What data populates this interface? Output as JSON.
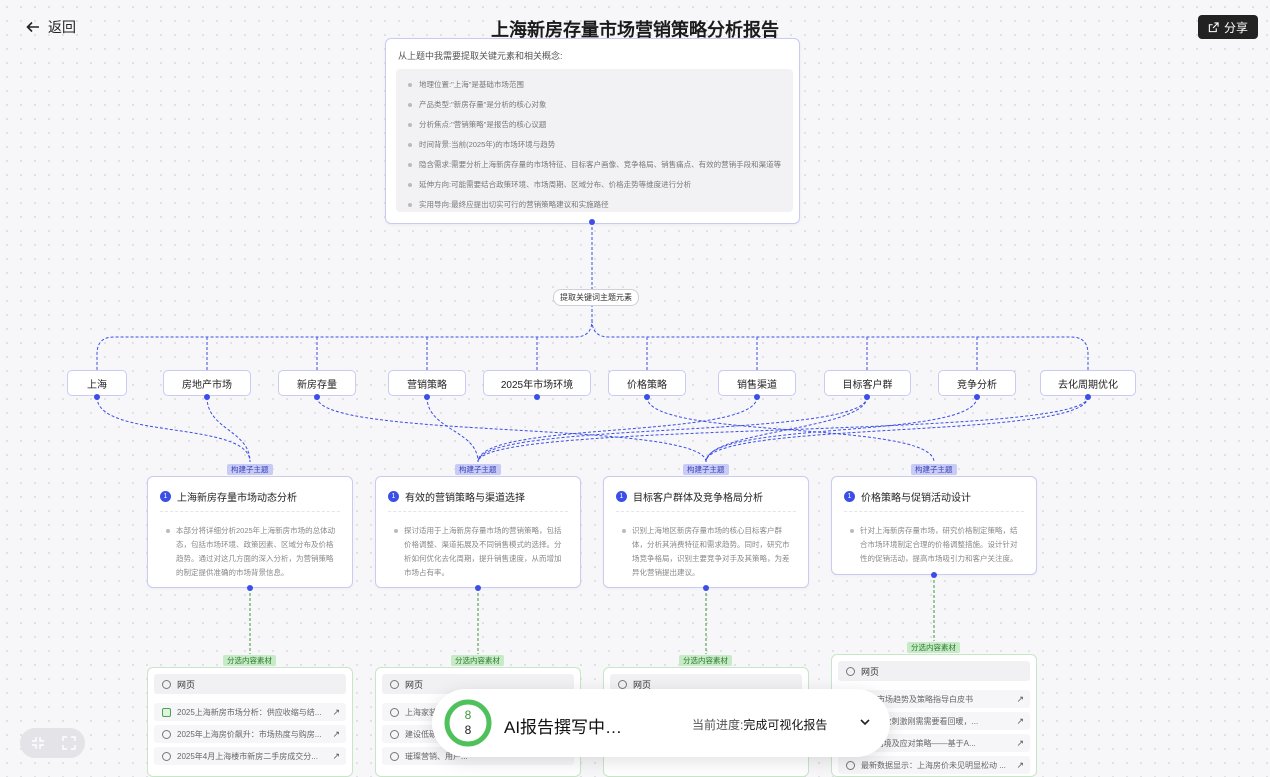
{
  "header": {
    "back_label": "返回",
    "title": "上海新房存量市场营销策略分析报告",
    "share_label": "分享"
  },
  "top_card": {
    "cut_text": "从上题中我需要提取关键元素和相关概念:",
    "items": [
      "地理位置:\"上海\"是基础市场范围",
      "产品类型:\"新房存量\"是分析的核心对象",
      "分析焦点:\"营销策略\"是报告的核心议题",
      "时间背景:当前(2025年)的市场环境与趋势",
      "隐含需求:需要分析上海新房存量的市场特征、目标客户画像、竞争格局、销售痛点、有效的营销手段和渠道等",
      "延伸方向:可能需要结合政策环境、市场周期、区域分布、价格走势等维度进行分析",
      "实用导向:最终应提出切实可行的营销策略建议和实施路径"
    ]
  },
  "extract_label": "提取关键词主题元素",
  "keywords": [
    "上海",
    "房地产市场",
    "新房存量",
    "营销策略",
    "2025年市场环境",
    "价格策略",
    "销售渠道",
    "目标客户群",
    "竞争分析",
    "去化周期优化"
  ],
  "subtopic_tag": "构建子主题",
  "material_tag": "分选内容素材",
  "subtopics": [
    {
      "num": "1",
      "title": "上海新房存量市场动态分析",
      "body": "本部分将详细分析2025年上海新房市场的总体动态，包括市场环境、政策因素、区域分布及价格趋势。通过对这几方面的深入分析，为营销策略的制定提供准确的市场背景信息。"
    },
    {
      "num": "1",
      "title": "有效的营销策略与渠道选择",
      "body": "探讨适用于上海新房存量市场的营销策略，包括价格调整、渠道拓展及不同销售模式的选择。分析如何优化去化周期，提升销售速度，从而增加市场占有率。"
    },
    {
      "num": "1",
      "title": "目标客户群体及竞争格局分析",
      "body": "识别上海地区新房存量市场的核心目标客户群体，分析其消费特征和需求趋势。同时，研究市场竞争格局，识别主要竞争对手及其策略，为差异化营销提出建议。"
    },
    {
      "num": "1",
      "title": "价格策略与促销活动设计",
      "body": "针对上海新房存量市场，研究价格制定策略，结合市场环境制定合理的价格调整措施。设计针对性的促销活动，提高市场吸引力和客户关注度。"
    }
  ],
  "materials": [
    {
      "header": "网页",
      "items": [
        "2025上海新房市场分析：供应收缩与结...",
        "2025年上海房价飙升：市场热度与购房...",
        "2025年4月上海楼市新房二手房成交分..."
      ]
    },
    {
      "header": "网页",
      "items": [
        "上海家装...",
        "建设低碳...",
        "璀璨营销、用户..."
      ]
    },
    {
      "header": "网页",
      "items": [
        "...",
        "...",
        "..."
      ]
    },
    {
      "header": "网页",
      "items": [
        "新发市场趋势及策略指导白皮书",
        "上 | 新政刺激刚需需要看回暖，...",
        "...企团境及应对策略——基于A...",
        "最新数据显示：上海房价未见明显松动 ..."
      ]
    }
  ],
  "status": {
    "count_top": "8",
    "count_bottom": "8",
    "title": "AI报告撰写中…",
    "progress_label": "当前进度:",
    "progress_value": "完成可视化报告"
  },
  "colors": {
    "accent": "#3b4ee8",
    "green": "#3c9a3c",
    "dark": "#222222"
  }
}
